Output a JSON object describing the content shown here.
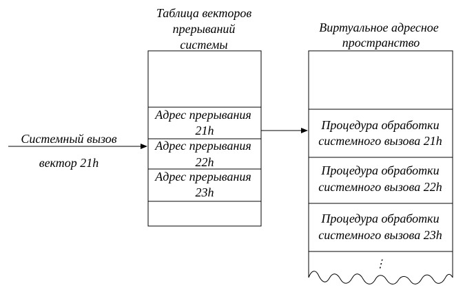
{
  "table_title": [
    "Таблица векторов",
    "прерываний",
    "системы"
  ],
  "table_rows": [
    [
      "Адрес прерывания",
      "21h"
    ],
    [
      "Адрес прерывания",
      "22h"
    ],
    [
      "Адрес прерывания",
      "23h"
    ]
  ],
  "space_title": [
    "Виртуальное адресное",
    "пространство"
  ],
  "space_rows": [
    [
      "Процедура обработки",
      "системного вызова 21h"
    ],
    [
      "Процедура обработки",
      "системного вызова 22h"
    ],
    [
      "Процедура обработки",
      "системного вызова 23h"
    ]
  ],
  "space_ellipsis": "⋮",
  "call_label": "Системный вызов",
  "call_vector": "вектор 21h"
}
